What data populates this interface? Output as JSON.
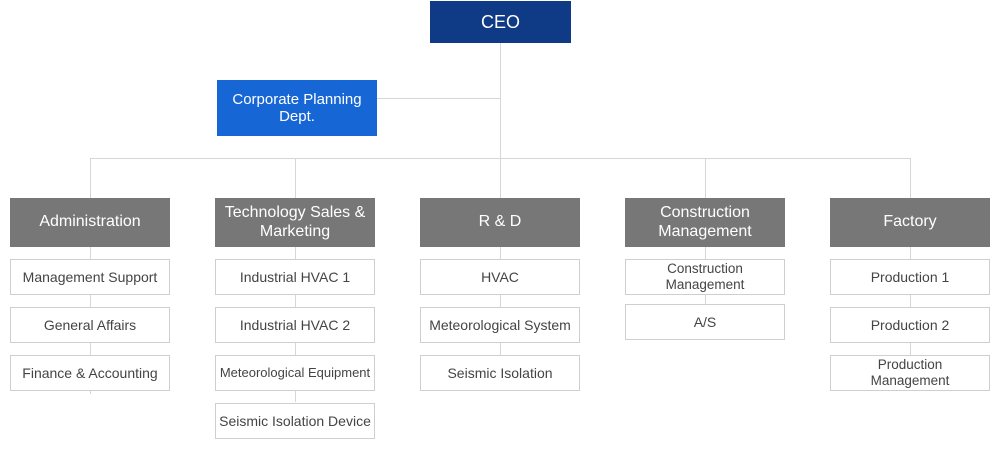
{
  "ceo": "CEO",
  "planning": "Corporate Planning Dept.",
  "departments": [
    {
      "name": "Administration",
      "subs": [
        "Management Support",
        "General Affairs",
        "Finance & Accounting"
      ]
    },
    {
      "name": "Technology Sales & Marketing",
      "subs": [
        "Industrial HVAC 1",
        "Industrial HVAC 2",
        "Meteorological Equipment",
        "Seismic Isolation Device"
      ]
    },
    {
      "name": "R & D",
      "subs": [
        "HVAC",
        "Meteorological System",
        "Seismic Isolation"
      ]
    },
    {
      "name": "Construction Management",
      "subs": [
        "Construction Management",
        "A/S"
      ]
    },
    {
      "name": "Factory",
      "subs": [
        "Production 1",
        "Production 2",
        "Production Management"
      ]
    }
  ],
  "colors": {
    "ceo": "#0f3a86",
    "planning": "#1766d6",
    "department": "#777777",
    "line": "#d6d6d6"
  }
}
